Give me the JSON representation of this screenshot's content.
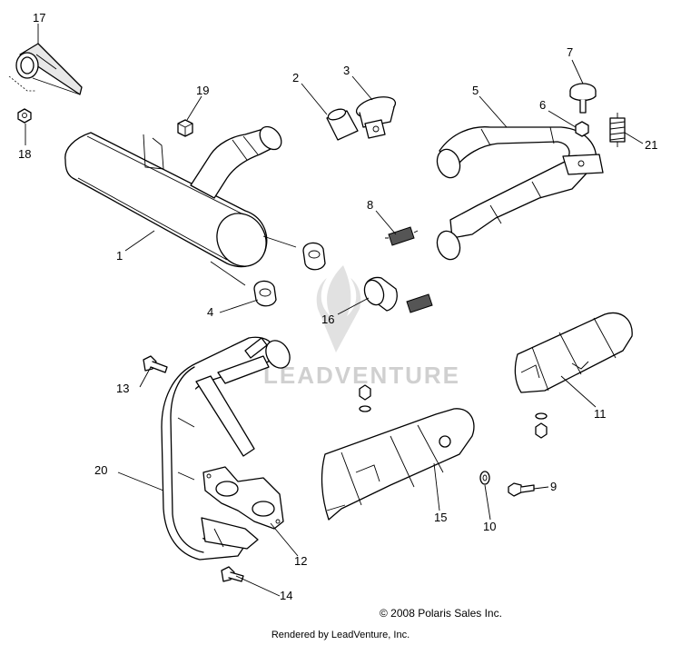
{
  "watermark": {
    "text": "LEADVENTURE"
  },
  "callouts": [
    {
      "id": "1",
      "label": "1"
    },
    {
      "id": "2",
      "label": "2"
    },
    {
      "id": "3",
      "label": "3"
    },
    {
      "id": "4",
      "label": "4"
    },
    {
      "id": "5",
      "label": "5"
    },
    {
      "id": "6",
      "label": "6"
    },
    {
      "id": "7",
      "label": "7"
    },
    {
      "id": "8",
      "label": "8"
    },
    {
      "id": "9",
      "label": "9"
    },
    {
      "id": "10",
      "label": "10"
    },
    {
      "id": "11",
      "label": "11"
    },
    {
      "id": "12",
      "label": "12"
    },
    {
      "id": "13",
      "label": "13"
    },
    {
      "id": "14",
      "label": "14"
    },
    {
      "id": "15",
      "label": "15"
    },
    {
      "id": "16",
      "label": "16"
    },
    {
      "id": "17",
      "label": "17"
    },
    {
      "id": "18",
      "label": "18"
    },
    {
      "id": "19",
      "label": "19"
    },
    {
      "id": "20",
      "label": "20"
    },
    {
      "id": "21",
      "label": "21"
    }
  ],
  "footer": {
    "copyright": "© 2008 Polaris Sales Inc.",
    "rendered_by": "Rendered by LeadVenture, Inc."
  }
}
